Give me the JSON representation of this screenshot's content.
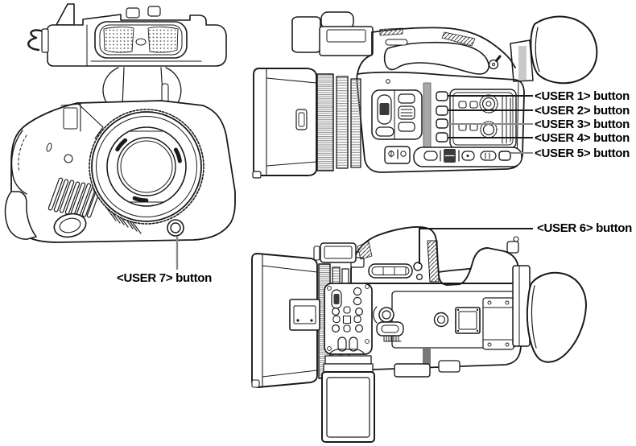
{
  "figure": {
    "type": "technical-line-diagram",
    "views": [
      "camcorder-front-view",
      "camcorder-right-side-view",
      "camcorder-left-side-view"
    ]
  },
  "callouts": [
    {
      "id": "user1",
      "label": "<USER 1> button",
      "leader_color": "#1a1a1a"
    },
    {
      "id": "user2",
      "label": "<USER 2> button",
      "leader_color": "#1a1a1a"
    },
    {
      "id": "user3",
      "label": "<USER 3> button",
      "leader_color": "#8a8a8a"
    },
    {
      "id": "user4",
      "label": "<USER 4> button",
      "leader_color": "#1a1a1a"
    },
    {
      "id": "user5",
      "label": "<USER 5> button",
      "leader_color": "#8a8a8a"
    },
    {
      "id": "user6",
      "label": "<USER 6> button",
      "leader_color": "#1a1a1a"
    },
    {
      "id": "user7",
      "label": "<USER 7> button",
      "leader_color": "#8a8a8a"
    }
  ],
  "colors": {
    "background": "#ffffff",
    "line": "#1a1a1a",
    "leader_gray": "#8a8a8a",
    "ring_texture": "#8f8f8f",
    "panel_strip": "#a8a8a8",
    "knob_dark": "#3a3a3a",
    "text": "#000000"
  }
}
